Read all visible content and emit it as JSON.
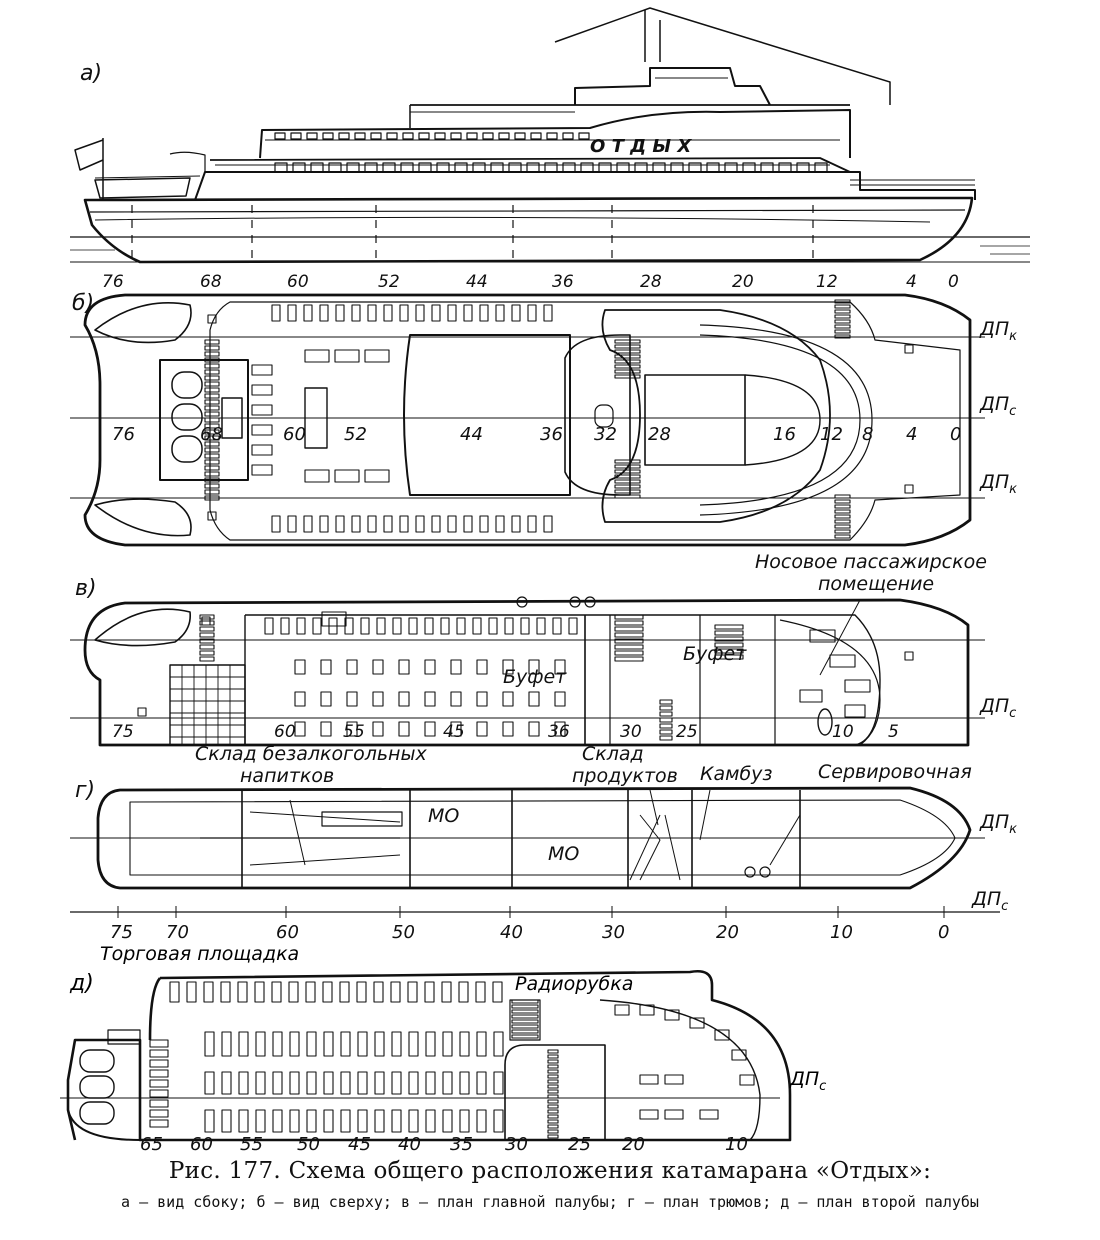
{
  "figure": {
    "title": "Рис. 177. Схема общего расположения катамарана «Отдых»:",
    "legend": "а — вид сбоку; б — вид сверху; в — план главной палубы; г — план трюмов; д — план второй палубы"
  },
  "views": {
    "a": {
      "label": "а)",
      "ship_name": "О Т Д Ы Х",
      "frames": [
        "76",
        "68",
        "60",
        "52",
        "44",
        "36",
        "28",
        "20",
        "12",
        "4",
        "0"
      ]
    },
    "b": {
      "label": "б)",
      "frames": [
        "76",
        "68",
        "60",
        "52",
        "44",
        "36",
        "32",
        "28",
        "16",
        "12",
        "8",
        "4",
        "0"
      ],
      "dp_top": "ДП",
      "dp_top_sub": "к",
      "dp_mid": "ДП",
      "dp_mid_sub": "с",
      "dp_bot": "ДП",
      "dp_bot_sub": "к"
    },
    "v": {
      "label": "в)",
      "frames": [
        "75",
        "60",
        "55",
        "45",
        "36",
        "30",
        "25",
        "10",
        "5"
      ],
      "room_bow": "Носовое пассажирское",
      "room_bow2": "помещение",
      "buffet1": "Буфет",
      "buffet2": "Буфет",
      "dp": "ДП",
      "dp_sub": "с"
    },
    "g": {
      "label": "г)",
      "store_drinks1": "Склад безалкогольных",
      "store_drinks2": "напитков",
      "store_food1": "Склад",
      "store_food2": "продуктов",
      "galley": "Камбуз",
      "pantry": "Сервировочная",
      "mo1": "МО",
      "mo2": "МО",
      "dp": "ДП",
      "dp_sub": "к",
      "scale_dp": "ДП",
      "scale_dp_sub": "с",
      "scale": [
        "75",
        "70",
        "60",
        "50",
        "40",
        "30",
        "20",
        "10",
        "0"
      ]
    },
    "d": {
      "label": "д)",
      "trade_area": "Торговая площадка",
      "radio_room": "Радиорубка",
      "dp": "ДП",
      "dp_sub": "с",
      "frames": [
        "65",
        "60",
        "55",
        "50",
        "45",
        "40",
        "35",
        "30",
        "25",
        "20",
        "10"
      ]
    }
  }
}
